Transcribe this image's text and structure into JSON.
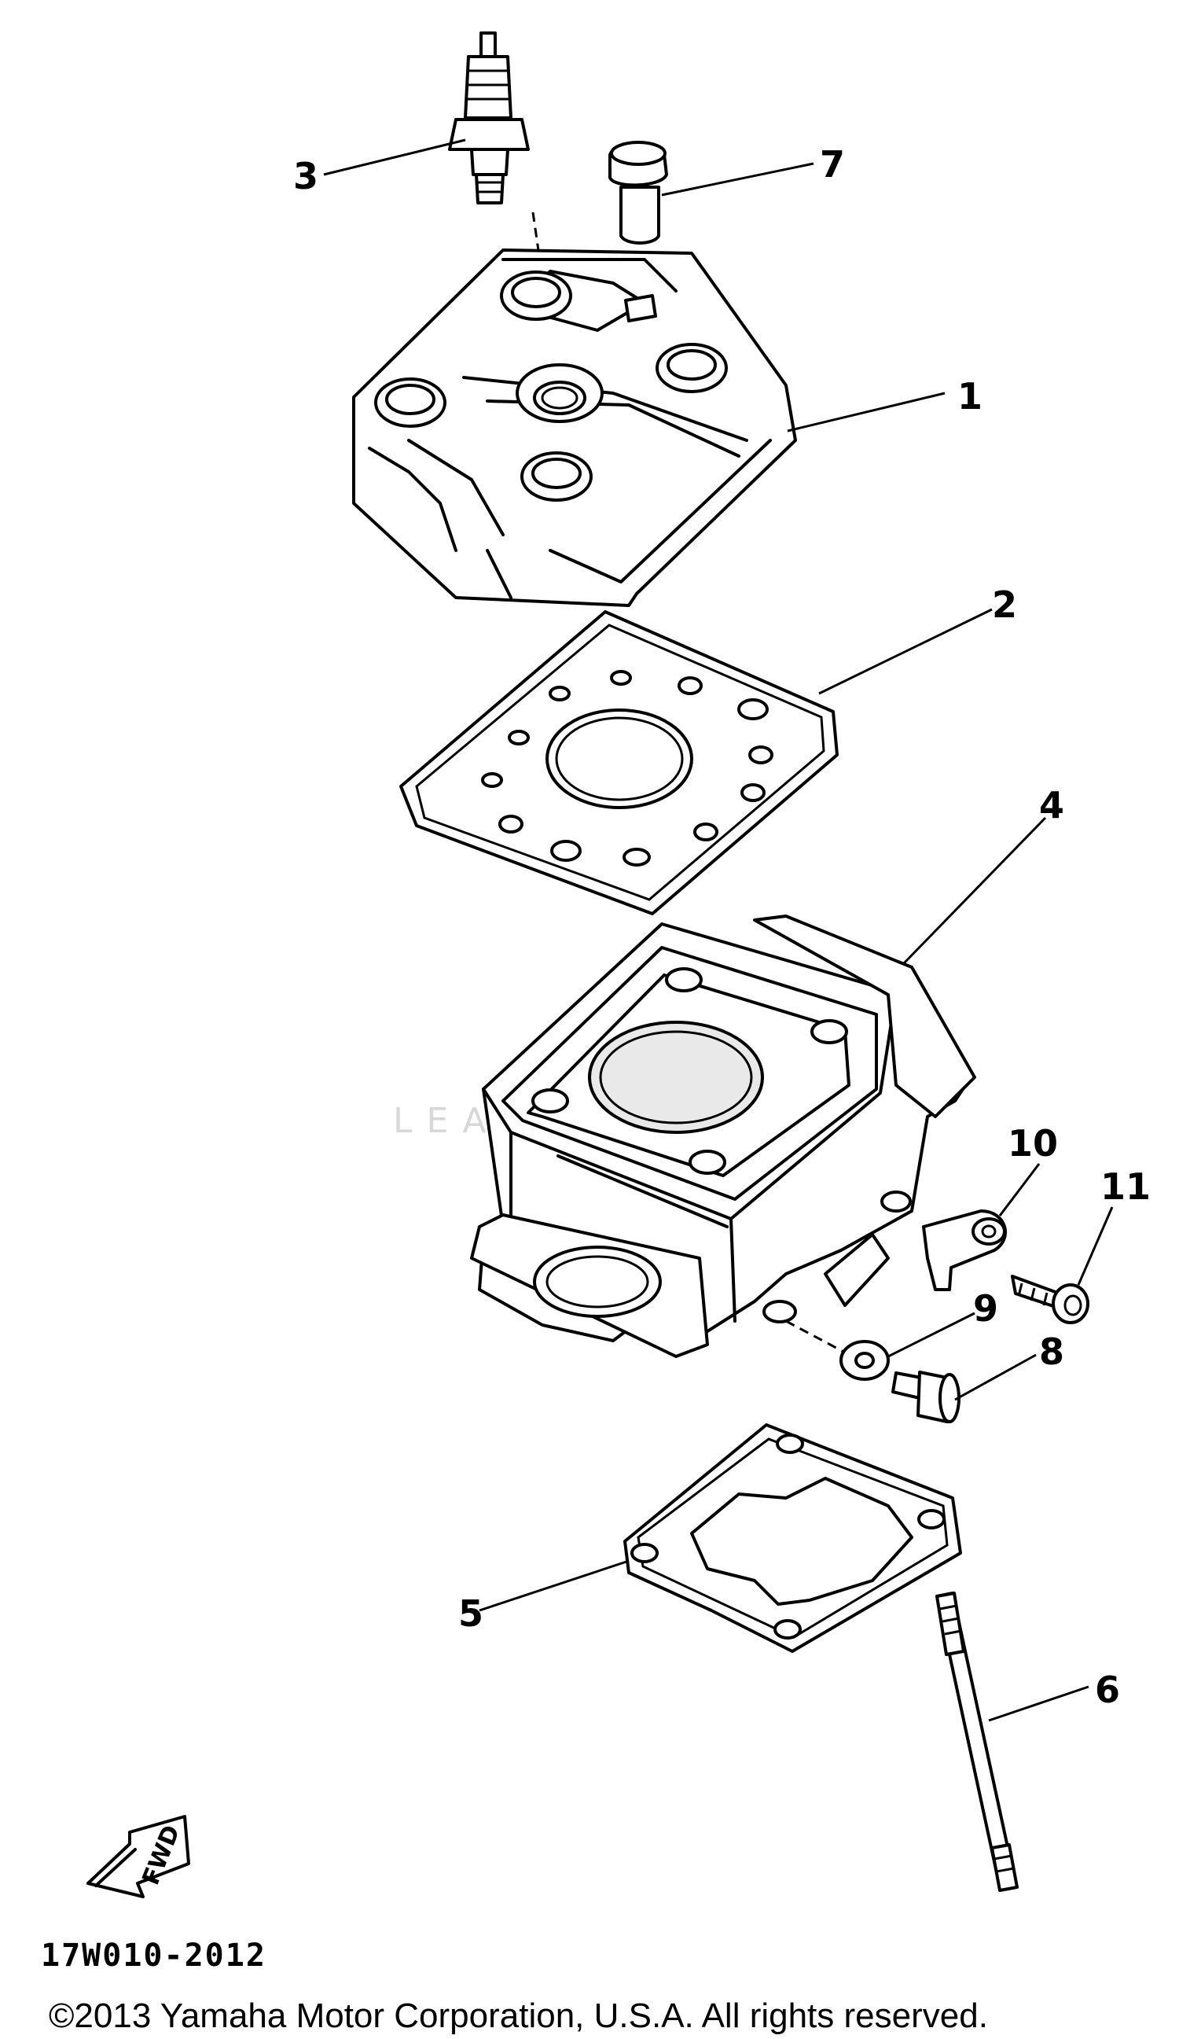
{
  "diagram": {
    "callouts": [
      "1",
      "2",
      "3",
      "4",
      "5",
      "6",
      "7",
      "8",
      "9",
      "10",
      "11"
    ],
    "fwd_label": "FWD",
    "drawing_code": "17W010-2012",
    "copyright": "©2013 Yamaha Motor Corporation, U.S.A. All rights reserved.",
    "watermark": "LEADVENTURE"
  }
}
